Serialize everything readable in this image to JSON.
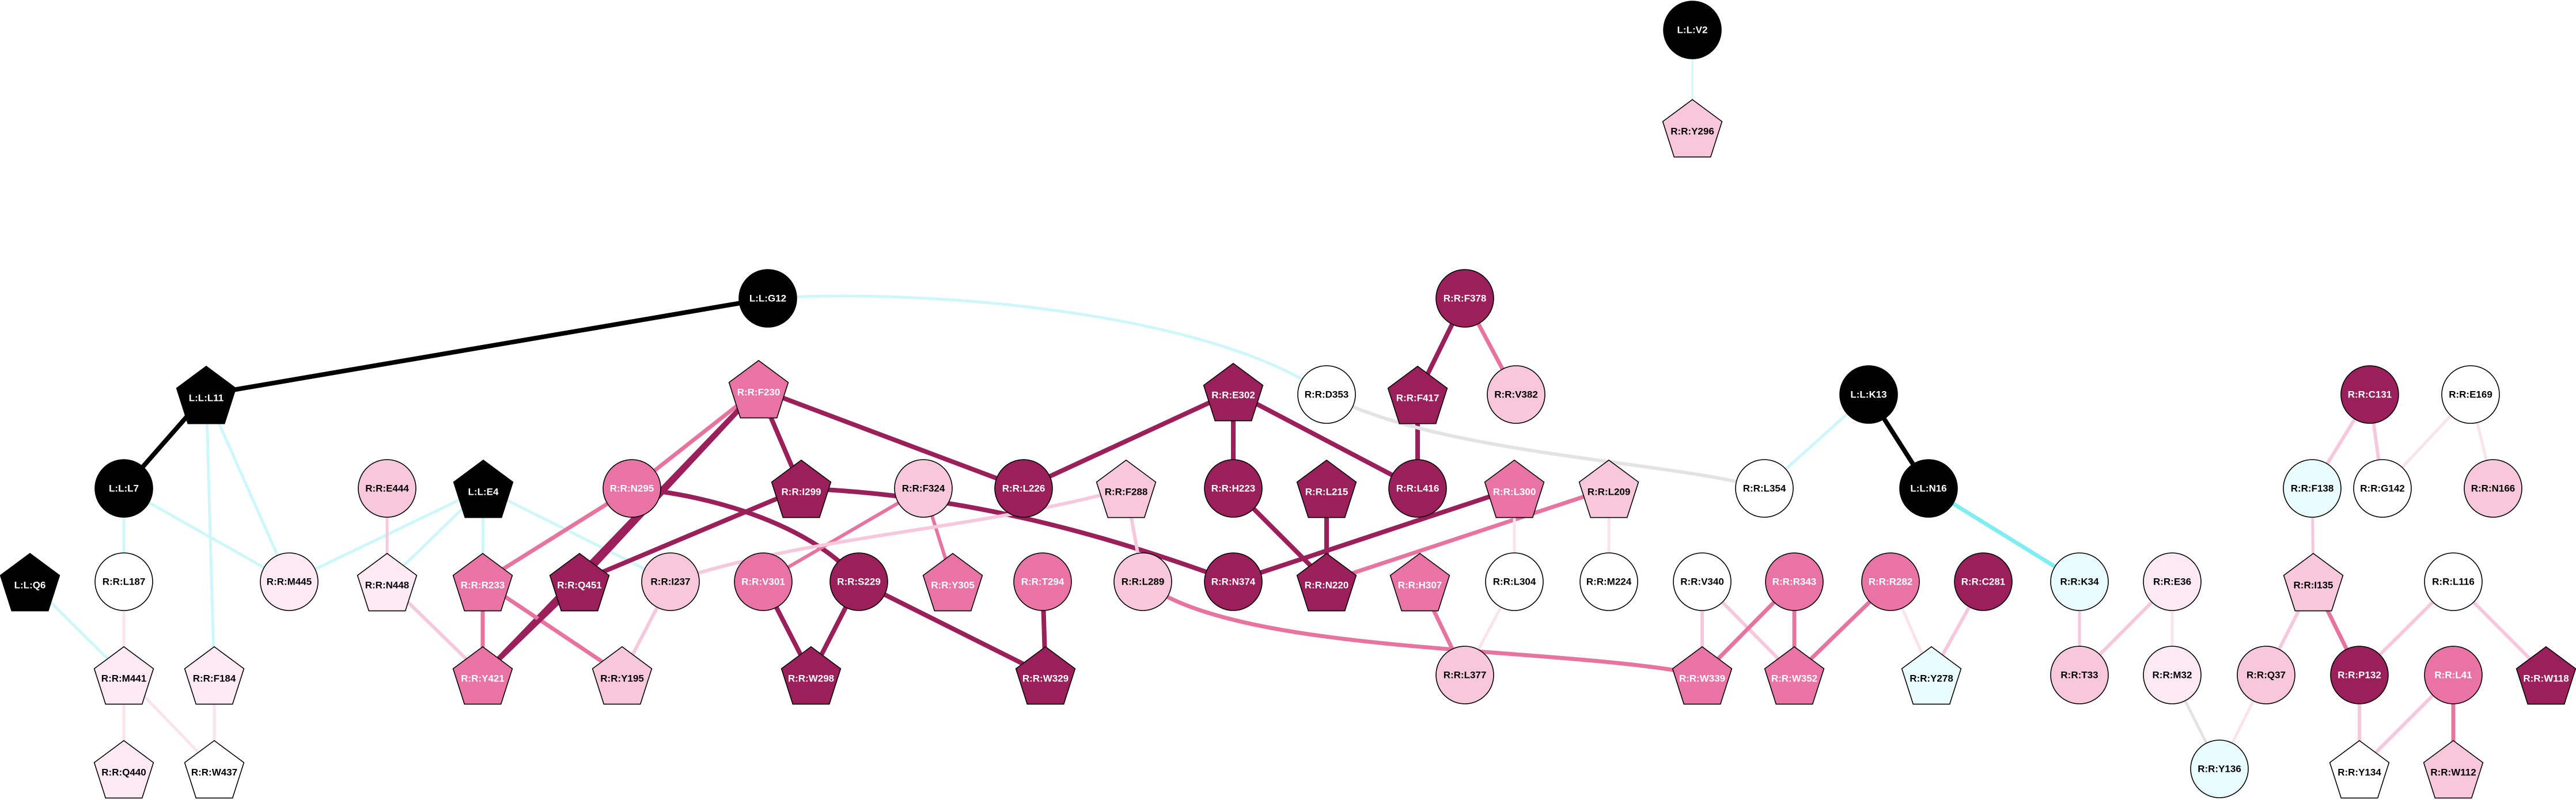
{
  "colors": {
    "black": "#000000",
    "dark": "#9b1f5a",
    "mid": "#ea73a6",
    "light": "#f8c7d9",
    "faint": "#fde9f1",
    "white": "#ffffff",
    "cyan_faint": "#e9fcfd",
    "edge_dark": "#9b1f5a",
    "edge_mid": "#e9739f",
    "edge_light": "#f7c8db",
    "edge_faint": "#fbe3ec",
    "edge_cyan": "#cdf7fb",
    "edge_cyan_strong": "#7eeef3",
    "edge_gray": "#e3e3e3",
    "edge_black": "#000000"
  },
  "nodes": [
    {
      "id": "L:L:V2",
      "label": "L:L:V2",
      "shape": "circle",
      "fill": "black"
    },
    {
      "id": "R:R:Y296",
      "label": "R:R:Y296",
      "shape": "pentagon",
      "fill": "light"
    },
    {
      "id": "L:L:G12",
      "label": "L:L:G12",
      "shape": "circle",
      "fill": "black"
    },
    {
      "id": "R:R:F378",
      "label": "R:R:F378",
      "shape": "circle",
      "fill": "dark"
    },
    {
      "id": "L:L:L11",
      "label": "L:L:L11",
      "shape": "pentagon",
      "fill": "black"
    },
    {
      "id": "R:R:F230",
      "label": "R:R:F230",
      "shape": "pentagon",
      "fill": "mid"
    },
    {
      "id": "R:R:E302",
      "label": "R:R:E302",
      "shape": "pentagon",
      "fill": "dark"
    },
    {
      "id": "R:R:D353",
      "label": "R:R:D353",
      "shape": "circle",
      "fill": "white"
    },
    {
      "id": "R:R:F417",
      "label": "R:R:F417",
      "shape": "pentagon",
      "fill": "dark"
    },
    {
      "id": "R:R:V382",
      "label": "R:R:V382",
      "shape": "circle",
      "fill": "light"
    },
    {
      "id": "L:L:K13",
      "label": "L:L:K13",
      "shape": "circle",
      "fill": "black"
    },
    {
      "id": "R:R:C131",
      "label": "R:R:C131",
      "shape": "circle",
      "fill": "dark"
    },
    {
      "id": "R:R:E169",
      "label": "R:R:E169",
      "shape": "circle",
      "fill": "white"
    },
    {
      "id": "L:L:L7",
      "label": "L:L:L7",
      "shape": "circle",
      "fill": "black"
    },
    {
      "id": "R:R:E444",
      "label": "R:R:E444",
      "shape": "circle",
      "fill": "light"
    },
    {
      "id": "L:L:E4",
      "label": "L:L:E4",
      "shape": "pentagon",
      "fill": "black"
    },
    {
      "id": "R:R:N295",
      "label": "R:R:N295",
      "shape": "circle",
      "fill": "mid"
    },
    {
      "id": "R:R:I299",
      "label": "R:R:I299",
      "shape": "pentagon",
      "fill": "dark"
    },
    {
      "id": "R:R:F324",
      "label": "R:R:F324",
      "shape": "circle",
      "fill": "light"
    },
    {
      "id": "R:R:L226",
      "label": "R:R:L226",
      "shape": "circle",
      "fill": "dark"
    },
    {
      "id": "R:R:F288",
      "label": "R:R:F288",
      "shape": "pentagon",
      "fill": "light"
    },
    {
      "id": "R:R:H223",
      "label": "R:R:H223",
      "shape": "circle",
      "fill": "dark"
    },
    {
      "id": "R:R:L215",
      "label": "R:R:L215",
      "shape": "pentagon",
      "fill": "dark"
    },
    {
      "id": "R:R:L416",
      "label": "R:R:L416",
      "shape": "circle",
      "fill": "dark"
    },
    {
      "id": "R:R:L300",
      "label": "R:R:L300",
      "shape": "pentagon",
      "fill": "mid"
    },
    {
      "id": "R:R:L209",
      "label": "R:R:L209",
      "shape": "pentagon",
      "fill": "light"
    },
    {
      "id": "R:R:L354",
      "label": "R:R:L354",
      "shape": "circle",
      "fill": "white"
    },
    {
      "id": "L:L:N16",
      "label": "L:L:N16",
      "shape": "circle",
      "fill": "black"
    },
    {
      "id": "R:R:F138",
      "label": "R:R:F138",
      "shape": "circle",
      "fill": "cyan_faint"
    },
    {
      "id": "R:R:G142",
      "label": "R:R:G142",
      "shape": "circle",
      "fill": "white"
    },
    {
      "id": "R:R:N166",
      "label": "R:R:N166",
      "shape": "circle",
      "fill": "light"
    },
    {
      "id": "L:L:Q6",
      "label": "L:L:Q6",
      "shape": "pentagon",
      "fill": "black"
    },
    {
      "id": "R:R:L187",
      "label": "R:R:L187",
      "shape": "circle",
      "fill": "white"
    },
    {
      "id": "R:R:M445",
      "label": "R:R:M445",
      "shape": "circle",
      "fill": "faint"
    },
    {
      "id": "R:R:N448",
      "label": "R:R:N448",
      "shape": "pentagon",
      "fill": "faint"
    },
    {
      "id": "R:R:R233",
      "label": "R:R:R233",
      "shape": "pentagon",
      "fill": "mid"
    },
    {
      "id": "R:R:Q451",
      "label": "R:R:Q451",
      "shape": "pentagon",
      "fill": "dark"
    },
    {
      "id": "R:R:I237",
      "label": "R:R:I237",
      "shape": "circle",
      "fill": "light"
    },
    {
      "id": "R:R:V301",
      "label": "R:R:V301",
      "shape": "circle",
      "fill": "mid"
    },
    {
      "id": "R:R:S229",
      "label": "R:R:S229",
      "shape": "circle",
      "fill": "dark"
    },
    {
      "id": "R:R:Y305",
      "label": "R:R:Y305",
      "shape": "pentagon",
      "fill": "mid"
    },
    {
      "id": "R:R:T294",
      "label": "R:R:T294",
      "shape": "circle",
      "fill": "mid"
    },
    {
      "id": "R:R:L289",
      "label": "R:R:L289",
      "shape": "circle",
      "fill": "light"
    },
    {
      "id": "R:R:N374",
      "label": "R:R:N374",
      "shape": "circle",
      "fill": "dark"
    },
    {
      "id": "R:R:N220",
      "label": "R:R:N220",
      "shape": "pentagon",
      "fill": "dark"
    },
    {
      "id": "R:R:H307",
      "label": "R:R:H307",
      "shape": "pentagon",
      "fill": "mid"
    },
    {
      "id": "R:R:L304",
      "label": "R:R:L304",
      "shape": "circle",
      "fill": "white"
    },
    {
      "id": "R:R:M224",
      "label": "R:R:M224",
      "shape": "circle",
      "fill": "white"
    },
    {
      "id": "R:R:V340",
      "label": "R:R:V340",
      "shape": "circle",
      "fill": "white"
    },
    {
      "id": "R:R:R343",
      "label": "R:R:R343",
      "shape": "circle",
      "fill": "mid"
    },
    {
      "id": "R:R:R282",
      "label": "R:R:R282",
      "shape": "circle",
      "fill": "mid"
    },
    {
      "id": "R:R:C281",
      "label": "R:R:C281",
      "shape": "circle",
      "fill": "dark"
    },
    {
      "id": "R:R:K34",
      "label": "R:R:K34",
      "shape": "circle",
      "fill": "cyan_faint"
    },
    {
      "id": "R:R:E36",
      "label": "R:R:E36",
      "shape": "circle",
      "fill": "faint"
    },
    {
      "id": "R:R:I135",
      "label": "R:R:I135",
      "shape": "pentagon",
      "fill": "light"
    },
    {
      "id": "R:R:L116",
      "label": "R:R:L116",
      "shape": "circle",
      "fill": "white"
    },
    {
      "id": "R:R:M441",
      "label": "R:R:M441",
      "shape": "pentagon",
      "fill": "faint"
    },
    {
      "id": "R:R:F184",
      "label": "R:R:F184",
      "shape": "pentagon",
      "fill": "faint"
    },
    {
      "id": "R:R:Y421",
      "label": "R:R:Y421",
      "shape": "pentagon",
      "fill": "mid"
    },
    {
      "id": "R:R:Y195",
      "label": "R:R:Y195",
      "shape": "pentagon",
      "fill": "light"
    },
    {
      "id": "R:R:W298",
      "label": "R:R:W298",
      "shape": "pentagon",
      "fill": "dark"
    },
    {
      "id": "R:R:W329",
      "label": "R:R:W329",
      "shape": "pentagon",
      "fill": "dark"
    },
    {
      "id": "R:R:L377",
      "label": "R:R:L377",
      "shape": "circle",
      "fill": "light"
    },
    {
      "id": "R:R:W339",
      "label": "R:R:W339",
      "shape": "pentagon",
      "fill": "mid"
    },
    {
      "id": "R:R:W352",
      "label": "R:R:W352",
      "shape": "pentagon",
      "fill": "mid"
    },
    {
      "id": "R:R:Y278",
      "label": "R:R:Y278",
      "shape": "pentagon",
      "fill": "cyan_faint"
    },
    {
      "id": "R:R:T33",
      "label": "R:R:T33",
      "shape": "circle",
      "fill": "light"
    },
    {
      "id": "R:R:M32",
      "label": "R:R:M32",
      "shape": "circle",
      "fill": "faint"
    },
    {
      "id": "R:R:Q37",
      "label": "R:R:Q37",
      "shape": "circle",
      "fill": "light"
    },
    {
      "id": "R:R:P132",
      "label": "R:R:P132",
      "shape": "circle",
      "fill": "dark"
    },
    {
      "id": "R:R:L41",
      "label": "R:R:L41",
      "shape": "circle",
      "fill": "mid"
    },
    {
      "id": "R:R:W118",
      "label": "R:R:W118",
      "shape": "pentagon",
      "fill": "dark"
    },
    {
      "id": "R:R:Q440",
      "label": "R:R:Q440",
      "shape": "pentagon",
      "fill": "faint"
    },
    {
      "id": "R:R:W437",
      "label": "R:R:W437",
      "shape": "pentagon",
      "fill": "white"
    },
    {
      "id": "R:R:Y136",
      "label": "R:R:Y136",
      "shape": "circle",
      "fill": "cyan_faint"
    },
    {
      "id": "R:R:Y134",
      "label": "R:R:Y134",
      "shape": "pentagon",
      "fill": "white"
    },
    {
      "id": "R:R:W112",
      "label": "R:R:W112",
      "shape": "pentagon",
      "fill": "light"
    }
  ],
  "edges": [
    {
      "source": "L:L:V2",
      "target": "R:R:Y296",
      "color": "edge_cyan",
      "weight": 3
    },
    {
      "source": "L:L:G12",
      "target": "L:L:L11",
      "color": "edge_black",
      "weight": 8
    },
    {
      "source": "L:L:G12",
      "target": "R:R:D353",
      "color": "edge_cyan",
      "weight": 5
    },
    {
      "source": "L:L:L11",
      "target": "L:L:L7",
      "color": "edge_black",
      "weight": 8
    },
    {
      "source": "L:L:L11",
      "target": "R:R:M445",
      "color": "edge_cyan",
      "weight": 5
    },
    {
      "source": "L:L:L11",
      "target": "R:R:F184",
      "color": "edge_cyan",
      "weight": 5
    },
    {
      "source": "L:L:L7",
      "target": "R:R:L187",
      "color": "edge_cyan",
      "weight": 5
    },
    {
      "source": "L:L:L7",
      "target": "R:R:M445",
      "color": "edge_cyan",
      "weight": 5
    },
    {
      "source": "L:L:Q6",
      "target": "R:R:M441",
      "color": "edge_cyan",
      "weight": 5
    },
    {
      "source": "R:R:L187",
      "target": "R:R:M441",
      "color": "edge_faint",
      "weight": 5
    },
    {
      "source": "R:R:M441",
      "target": "R:R:Q440",
      "color": "edge_faint",
      "weight": 5
    },
    {
      "source": "R:R:M441",
      "target": "R:R:W437",
      "color": "edge_faint",
      "weight": 5
    },
    {
      "source": "R:R:F184",
      "target": "R:R:W437",
      "color": "edge_faint",
      "weight": 5
    },
    {
      "source": "L:L:E4",
      "target": "R:R:M445",
      "color": "edge_cyan",
      "weight": 5
    },
    {
      "source": "L:L:E4",
      "target": "R:R:N448",
      "color": "edge_cyan",
      "weight": 5
    },
    {
      "source": "L:L:E4",
      "target": "R:R:R233",
      "color": "edge_cyan",
      "weight": 5
    },
    {
      "source": "L:L:E4",
      "target": "R:R:I237",
      "color": "edge_cyan",
      "weight": 5
    },
    {
      "source": "R:R:E444",
      "target": "R:R:N448",
      "color": "edge_light",
      "weight": 5
    },
    {
      "source": "R:R:N448",
      "target": "R:R:Y421",
      "color": "edge_light",
      "weight": 6
    },
    {
      "source": "R:R:F230",
      "target": "R:R:N295",
      "color": "edge_mid",
      "weight": 7
    },
    {
      "source": "R:R:F230",
      "target": "R:R:I299",
      "color": "edge_dark",
      "weight": 8
    },
    {
      "source": "R:R:F230",
      "target": "R:R:L226",
      "color": "edge_dark",
      "weight": 8
    },
    {
      "source": "R:R:F230",
      "target": "R:R:Q451",
      "color": "edge_dark",
      "weight": 8
    },
    {
      "source": "R:R:F230",
      "target": "R:R:Y421",
      "color": "edge_dark",
      "weight": 8
    },
    {
      "source": "R:R:N295",
      "target": "R:R:R233",
      "color": "edge_mid",
      "weight": 7
    },
    {
      "source": "R:R:N295",
      "target": "R:R:S229",
      "color": "edge_dark",
      "weight": 8
    },
    {
      "source": "R:R:R233",
      "target": "R:R:Y421",
      "color": "edge_mid",
      "weight": 7
    },
    {
      "source": "R:R:R233",
      "target": "R:R:Y195",
      "color": "edge_mid",
      "weight": 7
    },
    {
      "source": "R:R:I299",
      "target": "R:R:Q451",
      "color": "edge_dark",
      "weight": 8
    },
    {
      "source": "R:R:I299",
      "target": "R:R:N374",
      "color": "edge_dark",
      "weight": 8
    },
    {
      "source": "R:R:Q451",
      "target": "R:R:Y421",
      "color": "edge_dark",
      "weight": 8
    },
    {
      "source": "R:R:I237",
      "target": "R:R:Y195",
      "color": "edge_light",
      "weight": 6
    },
    {
      "source": "R:R:F324",
      "target": "R:R:V301",
      "color": "edge_mid",
      "weight": 6
    },
    {
      "source": "R:R:F324",
      "target": "R:R:Y305",
      "color": "edge_mid",
      "weight": 6
    },
    {
      "source": "R:R:F288",
      "target": "R:R:I237",
      "color": "edge_light",
      "weight": 6
    },
    {
      "source": "R:R:F288",
      "target": "R:R:L289",
      "color": "edge_light",
      "weight": 6
    },
    {
      "source": "R:R:V301",
      "target": "R:R:W298",
      "color": "edge_dark",
      "weight": 8
    },
    {
      "source": "R:R:S229",
      "target": "R:R:W298",
      "color": "edge_dark",
      "weight": 8
    },
    {
      "source": "R:R:S229",
      "target": "R:R:W329",
      "color": "edge_dark",
      "weight": 8
    },
    {
      "source": "R:R:T294",
      "target": "R:R:W329",
      "color": "edge_dark",
      "weight": 8
    },
    {
      "source": "R:R:E302",
      "target": "R:R:L226",
      "color": "edge_dark",
      "weight": 8
    },
    {
      "source": "R:R:E302",
      "target": "R:R:H223",
      "color": "edge_dark",
      "weight": 8
    },
    {
      "source": "R:R:E302",
      "target": "R:R:L416",
      "color": "edge_dark",
      "weight": 8
    },
    {
      "source": "R:R:F378",
      "target": "R:R:F417",
      "color": "edge_dark",
      "weight": 8
    },
    {
      "source": "R:R:F378",
      "target": "R:R:V382",
      "color": "edge_mid",
      "weight": 7
    },
    {
      "source": "R:R:F417",
      "target": "R:R:L416",
      "color": "edge_dark",
      "weight": 8
    },
    {
      "source": "R:R:H223",
      "target": "R:R:N220",
      "color": "edge_dark",
      "weight": 8
    },
    {
      "source": "R:R:L215",
      "target": "R:R:N220",
      "color": "edge_dark",
      "weight": 8
    },
    {
      "source": "R:R:L300",
      "target": "R:R:N374",
      "color": "edge_dark",
      "weight": 8
    },
    {
      "source": "R:R:L209",
      "target": "R:R:N220",
      "color": "edge_mid",
      "weight": 7
    },
    {
      "source": "R:R:L209",
      "target": "R:R:M224",
      "color": "edge_faint",
      "weight": 5
    },
    {
      "source": "R:R:L300",
      "target": "R:R:L304",
      "color": "edge_faint",
      "weight": 5
    },
    {
      "source": "R:R:H307",
      "target": "R:R:L377",
      "color": "edge_mid",
      "weight": 7
    },
    {
      "source": "R:R:L304",
      "target": "R:R:L377",
      "color": "edge_faint",
      "weight": 5
    },
    {
      "source": "R:R:L289",
      "target": "R:R:W339",
      "color": "edge_mid",
      "weight": 7
    },
    {
      "source": "R:R:D353",
      "target": "R:R:L354",
      "color": "edge_gray",
      "weight": 6
    },
    {
      "source": "L:L:K13",
      "target": "L:L:N16",
      "color": "edge_black",
      "weight": 8
    },
    {
      "source": "L:L:K13",
      "target": "R:R:L354",
      "color": "edge_cyan",
      "weight": 5
    },
    {
      "source": "L:L:N16",
      "target": "R:R:K34",
      "color": "edge_cyan_strong",
      "weight": 7
    },
    {
      "source": "R:R:V340",
      "target": "R:R:W339",
      "color": "edge_light",
      "weight": 6
    },
    {
      "source": "R:R:V340",
      "target": "R:R:W352",
      "color": "edge_light",
      "weight": 6
    },
    {
      "source": "R:R:R343",
      "target": "R:R:W339",
      "color": "edge_mid",
      "weight": 7
    },
    {
      "source": "R:R:R343",
      "target": "R:R:W352",
      "color": "edge_mid",
      "weight": 7
    },
    {
      "source": "R:R:R282",
      "target": "R:R:W352",
      "color": "edge_mid",
      "weight": 7
    },
    {
      "source": "R:R:R282",
      "target": "R:R:Y278",
      "color": "edge_faint",
      "weight": 5
    },
    {
      "source": "R:R:C281",
      "target": "R:R:Y278",
      "color": "edge_light",
      "weight": 6
    },
    {
      "source": "R:R:K34",
      "target": "R:R:T33",
      "color": "edge_light",
      "weight": 5
    },
    {
      "source": "R:R:E36",
      "target": "R:R:T33",
      "color": "edge_light",
      "weight": 6
    },
    {
      "source": "R:R:E36",
      "target": "R:R:M32",
      "color": "edge_faint",
      "weight": 5
    },
    {
      "source": "R:R:M32",
      "target": "R:R:Y136",
      "color": "edge_gray",
      "weight": 5
    },
    {
      "source": "R:R:Q37",
      "target": "R:R:Y136",
      "color": "edge_faint",
      "weight": 5
    },
    {
      "source": "R:R:C131",
      "target": "R:R:F138",
      "color": "edge_light",
      "weight": 6
    },
    {
      "source": "R:R:C131",
      "target": "R:R:G142",
      "color": "edge_light",
      "weight": 6
    },
    {
      "source": "R:R:E169",
      "target": "R:R:G142",
      "color": "edge_faint",
      "weight": 5
    },
    {
      "source": "R:R:E169",
      "target": "R:R:N166",
      "color": "edge_faint",
      "weight": 5
    },
    {
      "source": "R:R:F138",
      "target": "R:R:I135",
      "color": "edge_light",
      "weight": 5
    },
    {
      "source": "R:R:I135",
      "target": "R:R:Q37",
      "color": "edge_light",
      "weight": 6
    },
    {
      "source": "R:R:I135",
      "target": "R:R:P132",
      "color": "edge_mid",
      "weight": 7
    },
    {
      "source": "R:R:L116",
      "target": "R:R:P132",
      "color": "edge_light",
      "weight": 6
    },
    {
      "source": "R:R:L116",
      "target": "R:R:W118",
      "color": "edge_light",
      "weight": 6
    },
    {
      "source": "R:R:P132",
      "target": "R:R:Y134",
      "color": "edge_light",
      "weight": 6
    },
    {
      "source": "R:R:L41",
      "target": "R:R:W112",
      "color": "edge_mid",
      "weight": 7
    },
    {
      "source": "R:R:L41",
      "target": "R:R:Y134",
      "color": "edge_light",
      "weight": 6
    }
  ]
}
